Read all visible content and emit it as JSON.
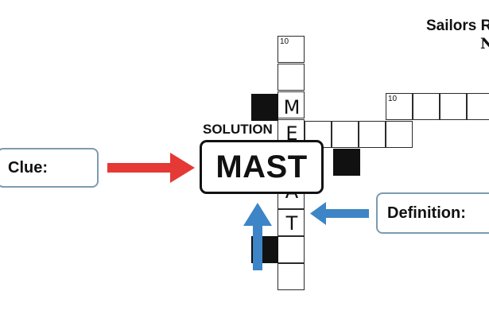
{
  "header": {
    "title": "Sailors R",
    "subtitle": "N"
  },
  "labels": {
    "clue": "Clue:",
    "definition": "Definition:",
    "solution_label": "SOLUTION",
    "solution_word": "MAST"
  },
  "grid": {
    "vertical_number": "10",
    "across_number": "10",
    "vertical_letters": [
      "M",
      "E",
      "A",
      "T"
    ]
  },
  "colors": {
    "red_arrow": "#e53935",
    "blue_arrow": "#3d85c6",
    "box_border": "#7d9bb0"
  }
}
